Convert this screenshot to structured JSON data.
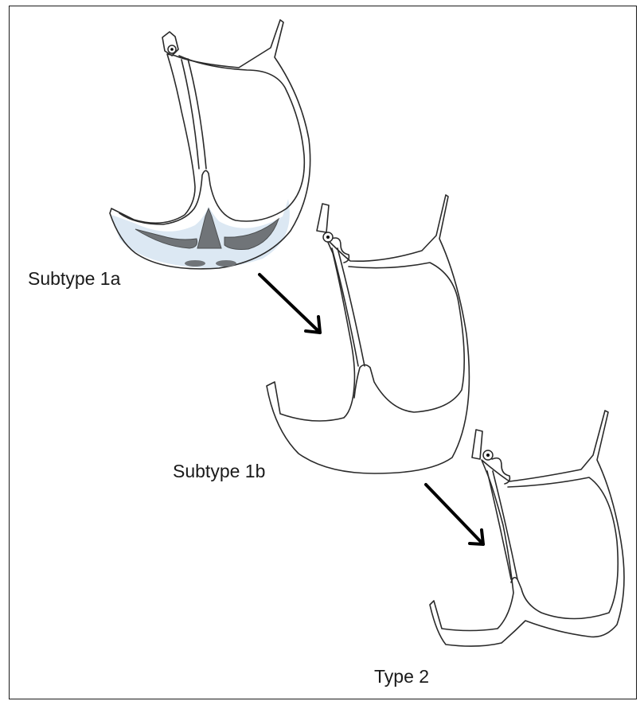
{
  "figure": {
    "stages": [
      {
        "label": "Subtype 1a"
      },
      {
        "label": "Subtype 1b"
      },
      {
        "label": "Type 2"
      }
    ]
  },
  "colors": {
    "outline": "#2a2a2a",
    "fill_light": "#dce8f3",
    "fill_dark": "#707478",
    "arrow": "#000000"
  }
}
